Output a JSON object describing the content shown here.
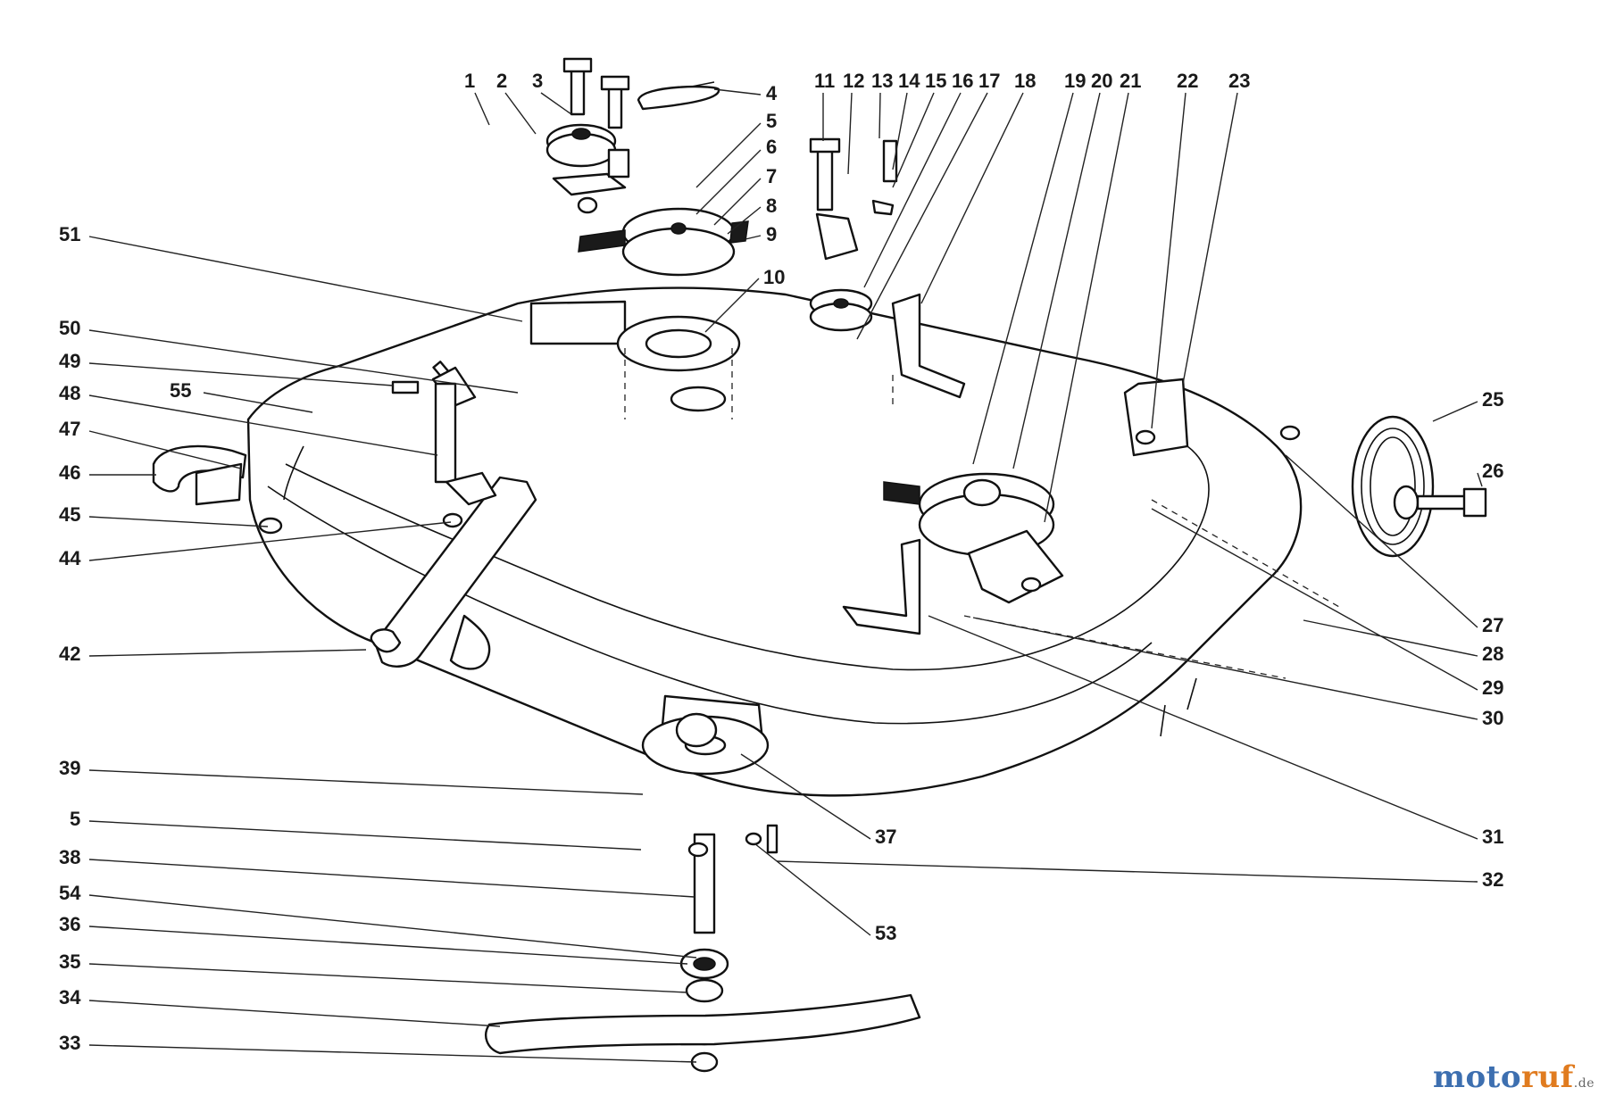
{
  "callouts": [
    "1",
    "2",
    "3",
    "4",
    "5",
    "6",
    "7",
    "8",
    "9",
    "10",
    "11",
    "12",
    "13",
    "14",
    "15",
    "16",
    "17",
    "18",
    "19",
    "20",
    "21",
    "22",
    "23",
    "25",
    "26",
    "27",
    "28",
    "29",
    "30",
    "31",
    "32",
    "33",
    "34",
    "35",
    "36",
    "37",
    "38",
    "39",
    "42",
    "44",
    "45",
    "46",
    "47",
    "48",
    "49",
    "50",
    "51",
    "53",
    "54",
    "55"
  ],
  "watermark": {
    "part1": "moto",
    "part2": "ruf",
    "suffix": ".de"
  }
}
